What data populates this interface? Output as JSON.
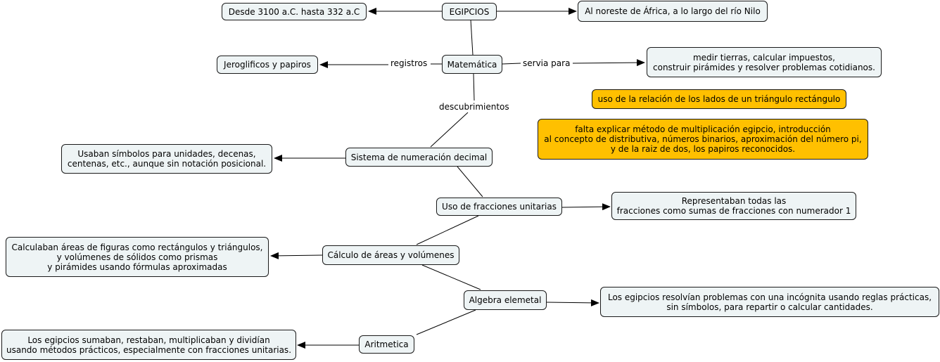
{
  "colors": {
    "node_fill": "#eef4f5",
    "highlight_fill": "#ffc000",
    "line": "#000000"
  },
  "nodes": {
    "egipcios": "EGIPCIOS",
    "fecha": "Desde 3100 a.C. hasta 332 a.C",
    "ubicacion": "Al noreste de África, a lo largo del río Nilo",
    "matematica": "Matemática",
    "jeroglificos": "Jeroglificos y papiros",
    "medir": "medir tierras, calcular impuestos,\nconstruir pirámides y resolver problemas cotidianos.",
    "triangulo": "uso de la relación de los lados de un triángulo rectángulo",
    "falta": "falta explicar método de multiplicación egipcio, introducción\nal concepto de distributiva, números binarios, aproximación del número pi,\ny de la raiz de dos, los papiros reconocidos.",
    "sistema": "Sistema de numeración decimal",
    "simbolos": "Usaban símbolos para unidades, decenas,\ncentenas, etc., aunque sin notación posicional.",
    "fracciones": "Uso de fracciones unitarias",
    "representaban": "Representaban todas las\nfracciones como sumas de fracciones con numerador 1",
    "calculo": "Cálculo de áreas y volúmenes",
    "calculaban": "Calculaban áreas de figuras como rectángulos y triángulos,\ny volúmenes de sólidos como prismas\ny pirámides usando fórmulas aproximadas",
    "algebra": "Algebra elemetal",
    "resolvian": "Los egipcios resolvían problemas con una incógnita usando reglas prácticas,\nsin símbolos, para repartir o calcular cantidades.",
    "aritmetica": "Aritmetica",
    "sumaban": "Los egipcios sumaban, restaban, multiplicaban y dividían\nusando métodos prácticos, especialmente con fracciones unitarias."
  },
  "link_labels": {
    "registros": "registros",
    "servia": "servia para",
    "descubrimientos": "descubrimientos"
  }
}
